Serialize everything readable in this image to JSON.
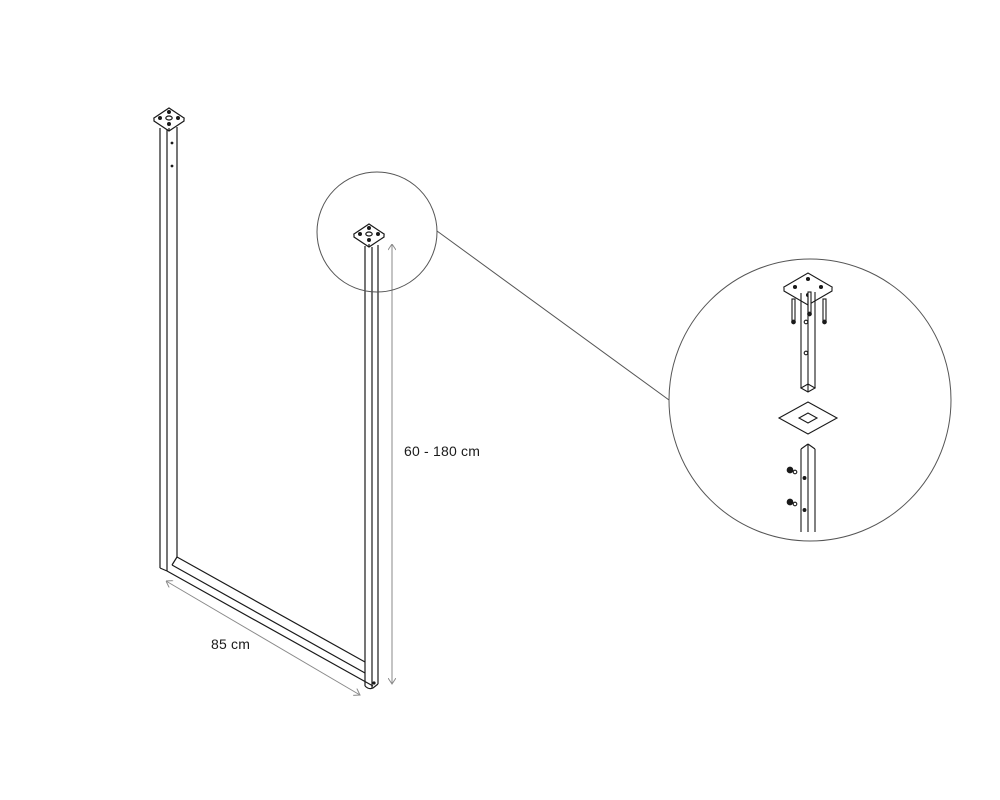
{
  "diagram": {
    "type": "technical-product-drawing",
    "subject": "ceiling-mounted U-shaped frame with mounting plates",
    "colors": {
      "line": "#1a1a1a",
      "dimension": "#8a8a8a",
      "callout": "#555555",
      "background": "#ffffff"
    },
    "dimensions": {
      "height_label": "60 - 180 cm",
      "width_label": "85 cm"
    },
    "callout": {
      "description": "magnified detail of top mounting plate assembly",
      "parts": [
        "mounting-plate-with-screws",
        "upper-tube-segment",
        "cover-plate",
        "lower-tube-segment-with-adjustment-bolts"
      ]
    }
  }
}
